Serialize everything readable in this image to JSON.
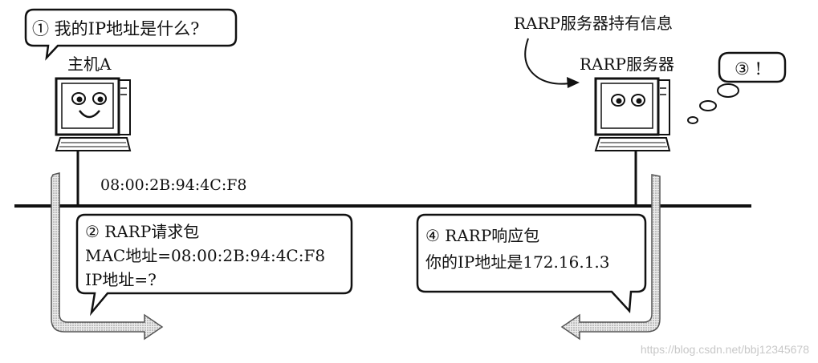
{
  "host_a": {
    "question": "① 我的IP地址是什么?",
    "label": "主机A",
    "mac": "08:00:2B:94:4C:F8"
  },
  "server": {
    "caption": "RARP服务器持有信息",
    "label": "RARP服务器",
    "thought": "③ !"
  },
  "request": {
    "line1": "② RARP请求包",
    "line2": "MAC地址=08:00:2B:94:4C:F8",
    "line3": "IP地址=?"
  },
  "response": {
    "line1": "④ RARP响应包",
    "line2": "你的IP地址是172.16.1.3"
  },
  "watermark": "https://blog.csdn.net/bbj12345678",
  "colors": {
    "ink": "#111111",
    "arrow_fill": "#d4d4d4",
    "screen": "#ffffff",
    "watermark": "#c8c8c8"
  }
}
